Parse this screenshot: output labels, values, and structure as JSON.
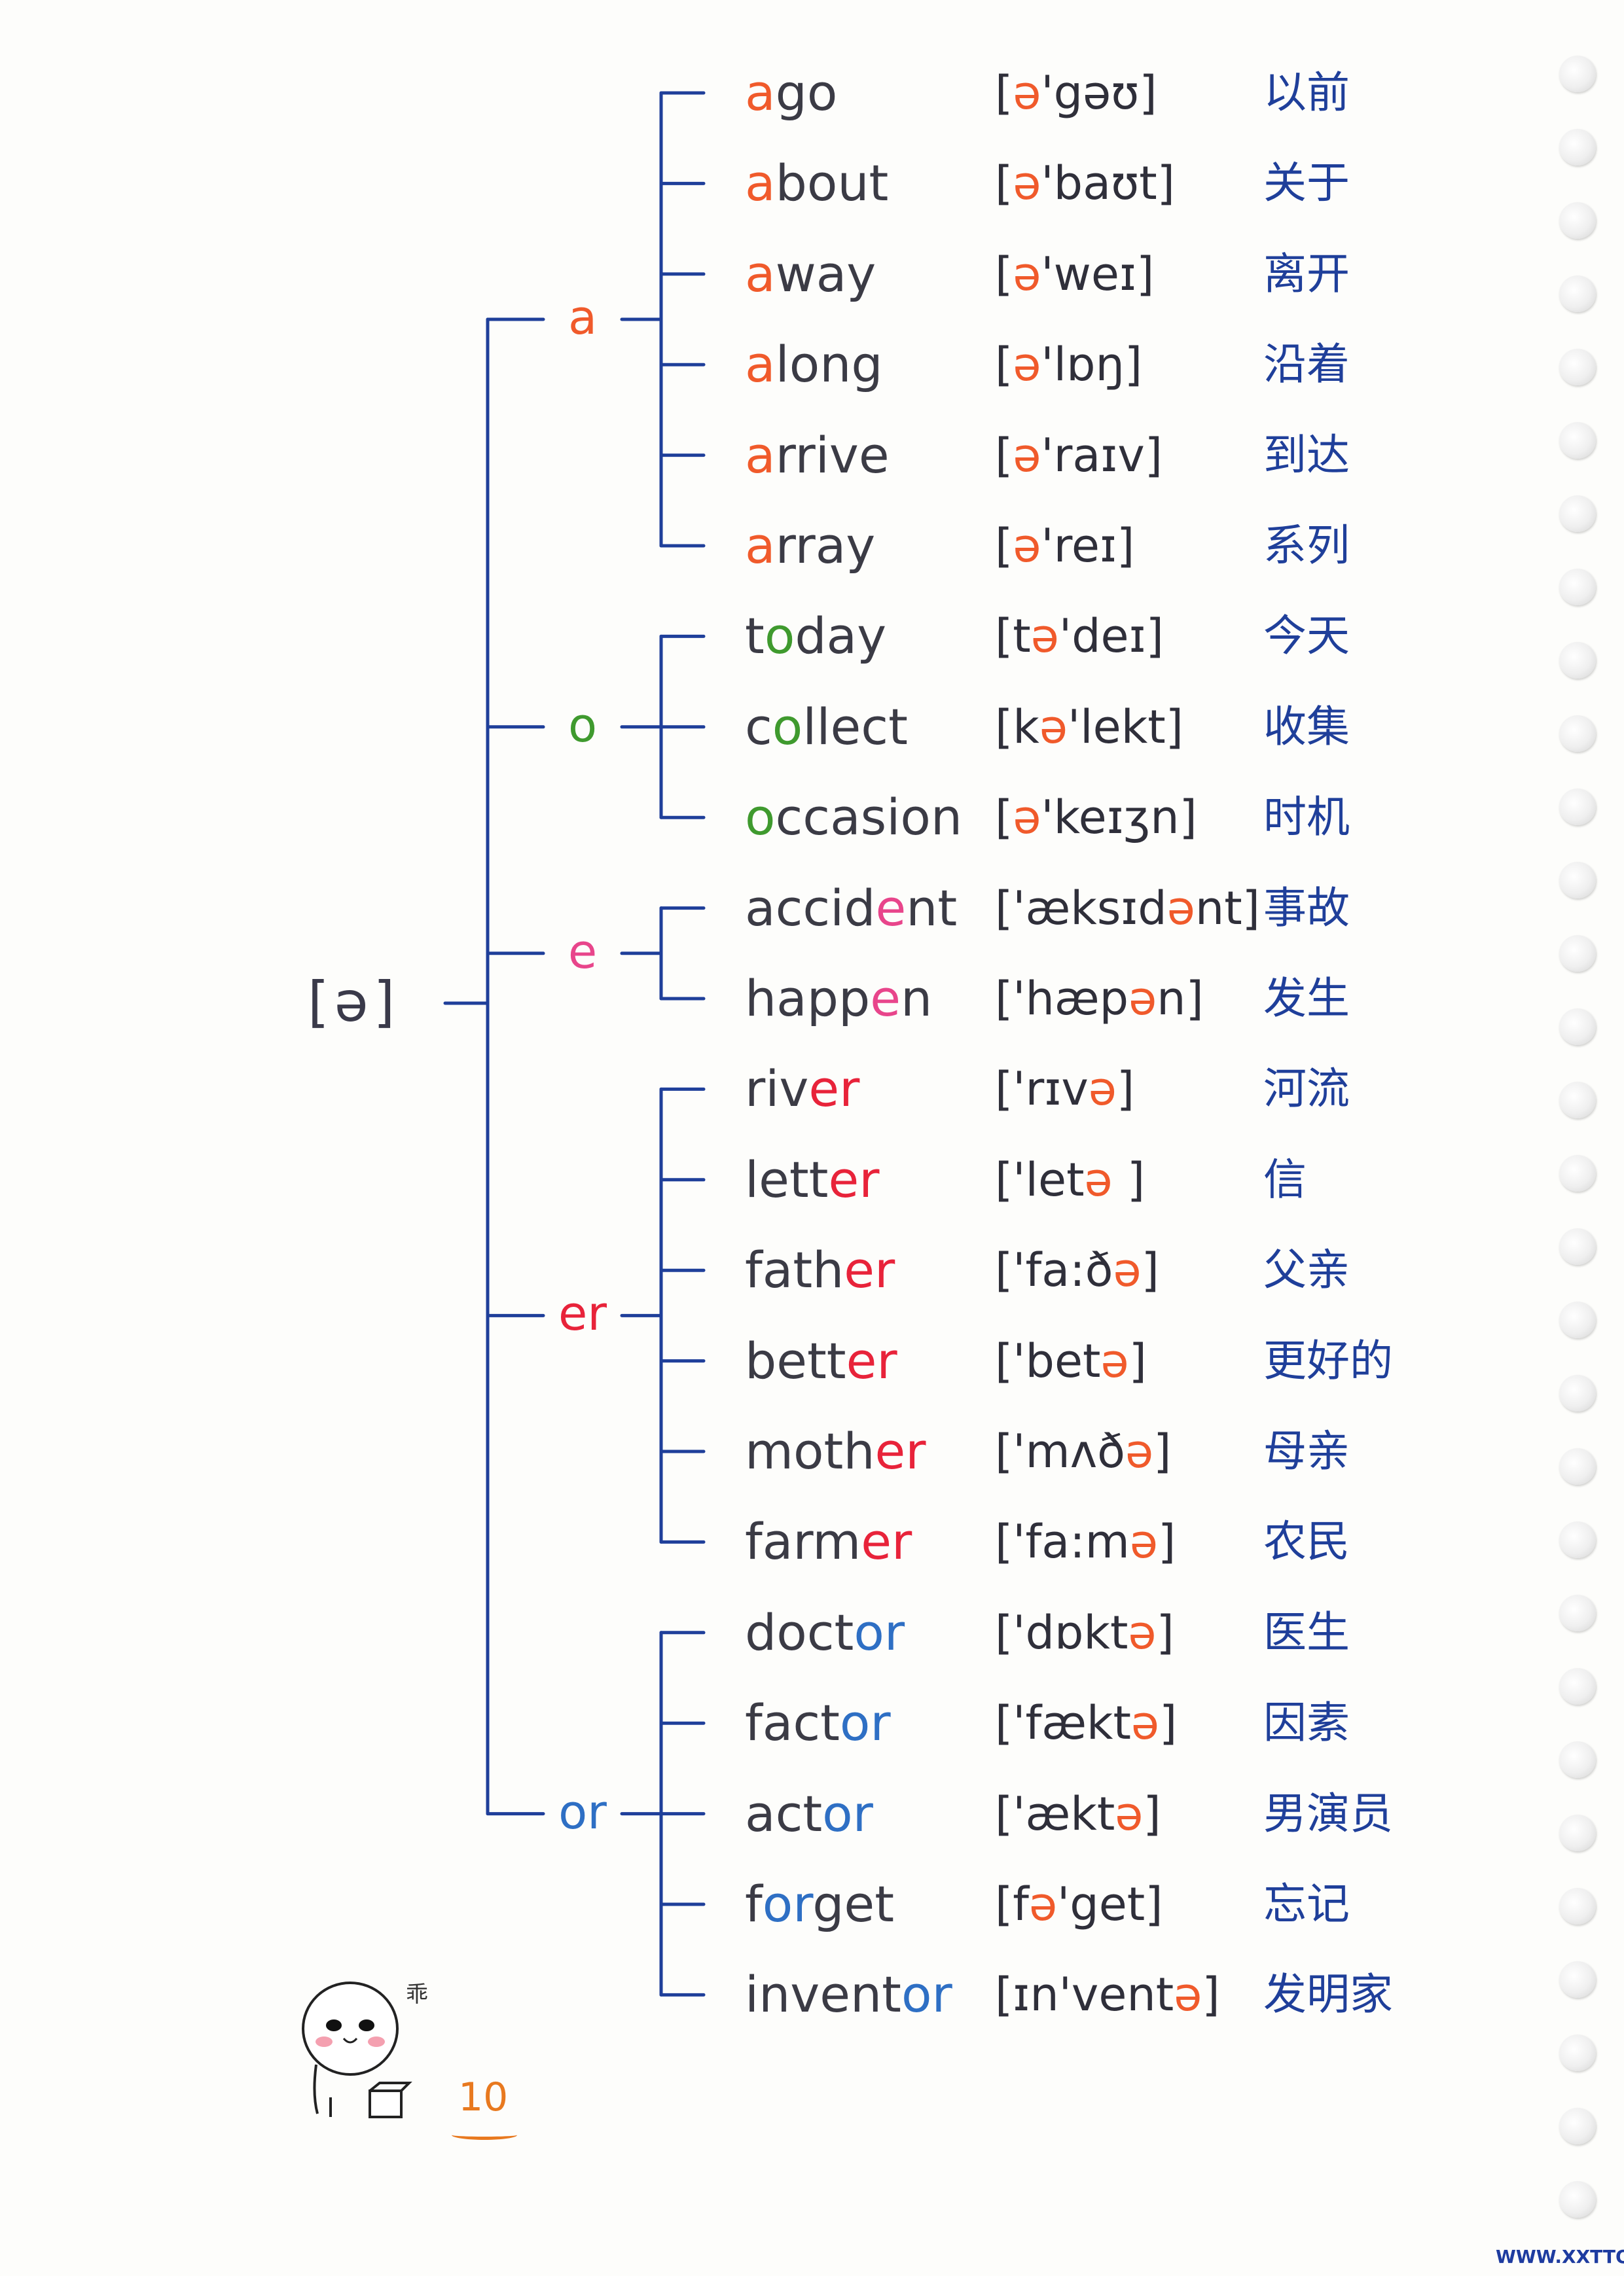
{
  "root": {
    "label": "[ə]"
  },
  "colors": {
    "line": "#1f3f9a",
    "a": "#f05a2b",
    "o": "#3f9a2e",
    "e": "#e8458b",
    "er": "#e8233a",
    "or": "#2e6fc4",
    "schwa": "#f05a2b",
    "chinese": "#1f3f9a",
    "page_number": "#e8791f"
  },
  "groups": [
    {
      "id": "a",
      "label": "a",
      "color_key": "a",
      "items": [
        {
          "word": [
            {
              "t": "a",
              "c": 1
            },
            {
              "t": "go",
              "c": 0
            }
          ],
          "ipa": [
            {
              "t": "[",
              "c": 0
            },
            {
              "t": "ə",
              "c": 1
            },
            {
              "t": "'gəʊ]",
              "c": 0
            }
          ],
          "cn": "以前"
        },
        {
          "word": [
            {
              "t": "a",
              "c": 1
            },
            {
              "t": "bout",
              "c": 0
            }
          ],
          "ipa": [
            {
              "t": "[",
              "c": 0
            },
            {
              "t": "ə",
              "c": 1
            },
            {
              "t": "'baʊt]",
              "c": 0
            }
          ],
          "cn": "关于"
        },
        {
          "word": [
            {
              "t": "a",
              "c": 1
            },
            {
              "t": "way",
              "c": 0
            }
          ],
          "ipa": [
            {
              "t": "[",
              "c": 0
            },
            {
              "t": "ə",
              "c": 1
            },
            {
              "t": "'weɪ]",
              "c": 0
            }
          ],
          "cn": "离开"
        },
        {
          "word": [
            {
              "t": "a",
              "c": 1
            },
            {
              "t": "long",
              "c": 0
            }
          ],
          "ipa": [
            {
              "t": "[",
              "c": 0
            },
            {
              "t": "ə",
              "c": 1
            },
            {
              "t": "'lɒŋ]",
              "c": 0
            }
          ],
          "cn": "沿着"
        },
        {
          "word": [
            {
              "t": "a",
              "c": 1
            },
            {
              "t": "rrive",
              "c": 0
            }
          ],
          "ipa": [
            {
              "t": "[",
              "c": 0
            },
            {
              "t": "ə",
              "c": 1
            },
            {
              "t": "'raɪv]",
              "c": 0
            }
          ],
          "cn": "到达"
        },
        {
          "word": [
            {
              "t": "a",
              "c": 1
            },
            {
              "t": "rray",
              "c": 0
            }
          ],
          "ipa": [
            {
              "t": "[",
              "c": 0
            },
            {
              "t": "ə",
              "c": 1
            },
            {
              "t": "'reɪ]",
              "c": 0
            }
          ],
          "cn": "系列"
        }
      ]
    },
    {
      "id": "o",
      "label": "o",
      "color_key": "o",
      "items": [
        {
          "word": [
            {
              "t": "t",
              "c": 0
            },
            {
              "t": "o",
              "c": 1
            },
            {
              "t": "day",
              "c": 0
            }
          ],
          "ipa": [
            {
              "t": "[t",
              "c": 0
            },
            {
              "t": "ə",
              "c": 2
            },
            {
              "t": "'deɪ]",
              "c": 0
            }
          ],
          "cn": "今天"
        },
        {
          "word": [
            {
              "t": "c",
              "c": 0
            },
            {
              "t": "o",
              "c": 1
            },
            {
              "t": "llect",
              "c": 0
            }
          ],
          "ipa": [
            {
              "t": "[k",
              "c": 0
            },
            {
              "t": "ə",
              "c": 2
            },
            {
              "t": "'lekt]",
              "c": 0
            }
          ],
          "cn": "收集"
        },
        {
          "word": [
            {
              "t": "o",
              "c": 1
            },
            {
              "t": "ccasion",
              "c": 0
            }
          ],
          "ipa": [
            {
              "t": "[",
              "c": 0
            },
            {
              "t": "ə",
              "c": 2
            },
            {
              "t": "'keɪʒn]",
              "c": 0
            }
          ],
          "cn": "时机"
        }
      ]
    },
    {
      "id": "e",
      "label": "e",
      "color_key": "e",
      "items": [
        {
          "word": [
            {
              "t": "accid",
              "c": 0
            },
            {
              "t": "e",
              "c": 1
            },
            {
              "t": "nt",
              "c": 0
            }
          ],
          "ipa": [
            {
              "t": "['æksɪd",
              "c": 0
            },
            {
              "t": "ə",
              "c": 2
            },
            {
              "t": "nt]",
              "c": 0
            }
          ],
          "cn": "事故"
        },
        {
          "word": [
            {
              "t": "happ",
              "c": 0
            },
            {
              "t": "e",
              "c": 1
            },
            {
              "t": "n",
              "c": 0
            }
          ],
          "ipa": [
            {
              "t": "['hæp",
              "c": 0
            },
            {
              "t": "ə",
              "c": 2
            },
            {
              "t": "n]",
              "c": 0
            }
          ],
          "cn": "发生"
        }
      ]
    },
    {
      "id": "er",
      "label": "er",
      "color_key": "er",
      "items": [
        {
          "word": [
            {
              "t": "riv",
              "c": 0
            },
            {
              "t": "er",
              "c": 1
            }
          ],
          "ipa": [
            {
              "t": "['rɪv",
              "c": 0
            },
            {
              "t": "ə",
              "c": 2
            },
            {
              "t": "]",
              "c": 0
            }
          ],
          "cn": "河流"
        },
        {
          "word": [
            {
              "t": "lett",
              "c": 0
            },
            {
              "t": "er",
              "c": 1
            }
          ],
          "ipa": [
            {
              "t": "['let",
              "c": 0
            },
            {
              "t": "ə",
              "c": 2
            },
            {
              "t": " ]",
              "c": 0
            }
          ],
          "cn": "信"
        },
        {
          "word": [
            {
              "t": "fath",
              "c": 0
            },
            {
              "t": "er",
              "c": 1
            }
          ],
          "ipa": [
            {
              "t": "['fa:ð",
              "c": 0
            },
            {
              "t": "ə",
              "c": 2
            },
            {
              "t": "]",
              "c": 0
            }
          ],
          "cn": "父亲"
        },
        {
          "word": [
            {
              "t": "bett",
              "c": 0
            },
            {
              "t": "er",
              "c": 1
            }
          ],
          "ipa": [
            {
              "t": "['bet",
              "c": 0
            },
            {
              "t": "ə",
              "c": 2
            },
            {
              "t": "]",
              "c": 0
            }
          ],
          "cn": "更好的"
        },
        {
          "word": [
            {
              "t": "moth",
              "c": 0
            },
            {
              "t": "er",
              "c": 1
            }
          ],
          "ipa": [
            {
              "t": "['mʌð",
              "c": 0
            },
            {
              "t": "ə",
              "c": 2
            },
            {
              "t": "]",
              "c": 0
            }
          ],
          "cn": "母亲"
        },
        {
          "word": [
            {
              "t": "farm",
              "c": 0
            },
            {
              "t": "er",
              "c": 1
            }
          ],
          "ipa": [
            {
              "t": "['fa:m",
              "c": 0
            },
            {
              "t": "ə",
              "c": 2
            },
            {
              "t": "]",
              "c": 0
            }
          ],
          "cn": "农民"
        }
      ]
    },
    {
      "id": "or",
      "label": "or",
      "color_key": "or",
      "items": [
        {
          "word": [
            {
              "t": "doct",
              "c": 0
            },
            {
              "t": "or",
              "c": 1
            }
          ],
          "ipa": [
            {
              "t": "['dɒkt",
              "c": 0
            },
            {
              "t": "ə",
              "c": 2
            },
            {
              "t": "]",
              "c": 0
            }
          ],
          "cn": "医生"
        },
        {
          "word": [
            {
              "t": "fact",
              "c": 0
            },
            {
              "t": "or",
              "c": 1
            }
          ],
          "ipa": [
            {
              "t": "['fækt",
              "c": 0
            },
            {
              "t": "ə",
              "c": 2
            },
            {
              "t": "]",
              "c": 0
            }
          ],
          "cn": "因素"
        },
        {
          "word": [
            {
              "t": "act",
              "c": 0
            },
            {
              "t": "or",
              "c": 1
            }
          ],
          "ipa": [
            {
              "t": "['ækt",
              "c": 0
            },
            {
              "t": "ə",
              "c": 2
            },
            {
              "t": "]",
              "c": 0
            }
          ],
          "cn": "男演员"
        },
        {
          "word": [
            {
              "t": "f",
              "c": 0
            },
            {
              "t": "or",
              "c": 1
            },
            {
              "t": "get",
              "c": 0
            }
          ],
          "ipa": [
            {
              "t": "[f",
              "c": 0
            },
            {
              "t": "ə",
              "c": 2
            },
            {
              "t": "'get]",
              "c": 0
            }
          ],
          "cn": "忘记"
        },
        {
          "word": [
            {
              "t": "invent",
              "c": 0
            },
            {
              "t": "or",
              "c": 1
            }
          ],
          "ipa": [
            {
              "t": "[ɪn'vent",
              "c": 0
            },
            {
              "t": "ə",
              "c": 2
            },
            {
              "t": "]",
              "c": 0
            }
          ],
          "cn": "发明家"
        }
      ]
    }
  ],
  "page_number": "10",
  "mascot": {
    "icon": "smiling-ghost-mascot-icon",
    "caption": "乖"
  },
  "watermark": "WWW.XXTTQ.COM",
  "binding_holes": 30
}
